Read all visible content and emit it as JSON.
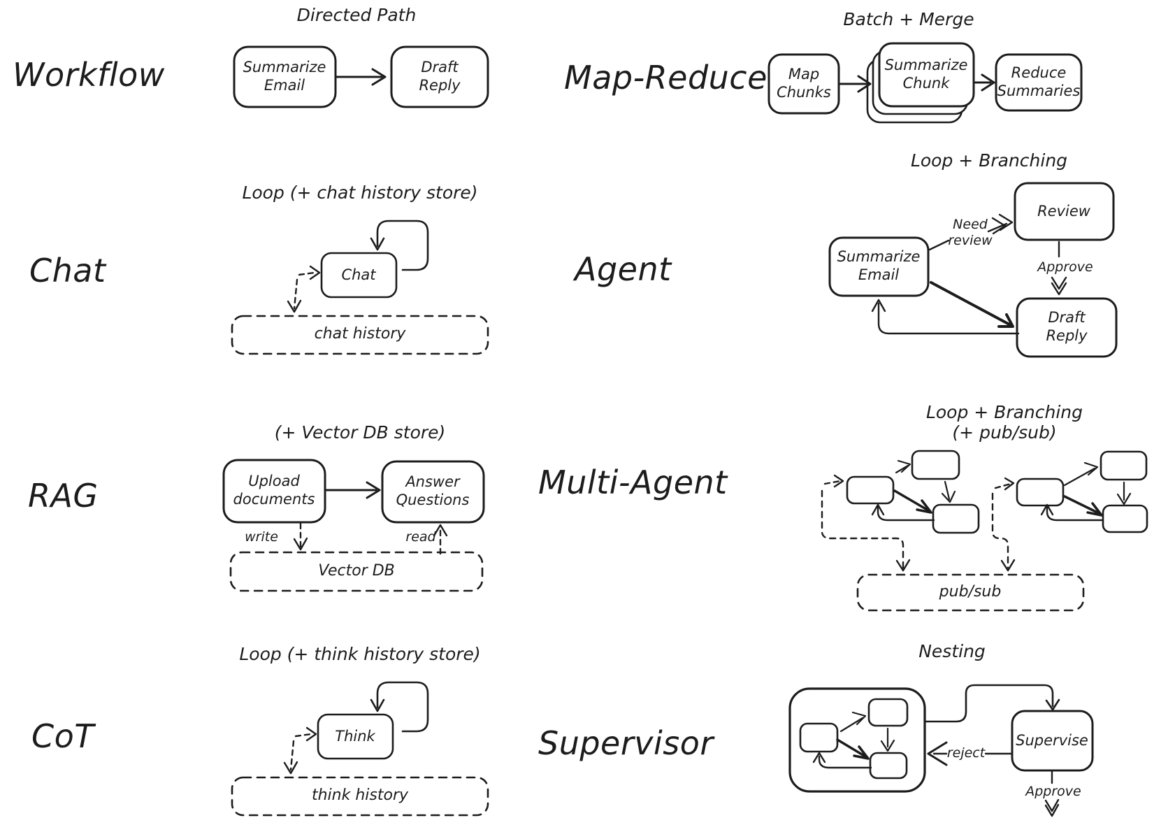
{
  "canvas": {
    "background": "#ffffff",
    "ink": "#1c1c1c"
  },
  "sections": {
    "workflow": {
      "label": "Workflow",
      "pattern": "Directed Path",
      "nodes": {
        "summarize_email": "Summarize\nEmail",
        "draft_reply": "Draft\nReply"
      }
    },
    "chat": {
      "label": "Chat",
      "pattern": "Loop (+ chat history store)",
      "nodes": {
        "chat": "Chat"
      },
      "store": "chat history"
    },
    "rag": {
      "label": "RAG",
      "pattern": "(+ Vector DB store)",
      "nodes": {
        "upload_documents": "Upload\ndocuments",
        "answer_questions": "Answer\nQuestions"
      },
      "edges": {
        "write": "write",
        "read": "read"
      },
      "store": "Vector DB"
    },
    "cot": {
      "label": "CoT",
      "pattern": "Loop (+ think history store)",
      "nodes": {
        "think": "Think"
      },
      "store": "think history"
    },
    "map_reduce": {
      "label": "Map-Reduce",
      "pattern": "Batch + Merge",
      "nodes": {
        "map_chunks": "Map\nChunks",
        "summarize_chunk": "Summarize\nChunk",
        "reduce_summaries": "Reduce\nSummaries"
      }
    },
    "agent": {
      "label": "Agent",
      "pattern": "Loop + Branching",
      "nodes": {
        "summarize_email": "Summarize\nEmail",
        "review": "Review",
        "draft_reply": "Draft\nReply"
      },
      "edges": {
        "need_review": "Need\nreview",
        "approve": "Approve"
      }
    },
    "multi_agent": {
      "label": "Multi-Agent",
      "pattern": "Loop + Branching (+ pub/sub)",
      "store": "pub/sub"
    },
    "supervisor": {
      "label": "Supervisor",
      "pattern": "Nesting",
      "nodes": {
        "supervise": "Supervise"
      },
      "edges": {
        "reject": "reject",
        "approve": "Approve"
      }
    }
  }
}
